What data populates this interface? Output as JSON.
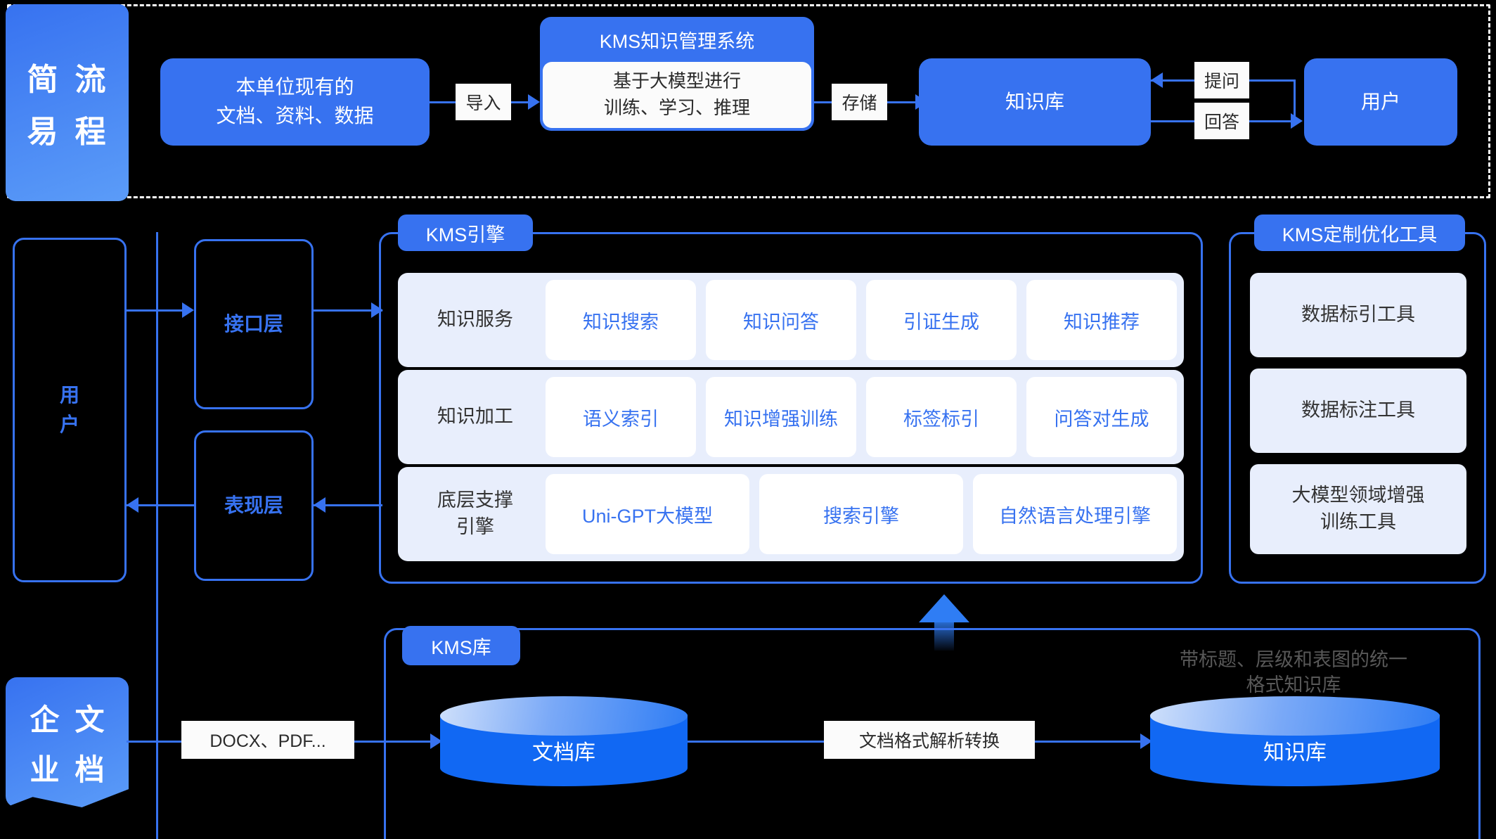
{
  "flow": {
    "side_label": {
      "col1": [
        "简",
        "易"
      ],
      "col2": [
        "流",
        "程"
      ]
    },
    "source_box": "本单位现有的\n文档、资料、数据",
    "source_box_line1": "本单位现有的",
    "source_box_line2": "文档、资料、数据",
    "import_label": "导入",
    "kms_system": {
      "title": "KMS知识管理系统",
      "desc_line1": "基于大模型进行",
      "desc_line2": "训练、学习、推理"
    },
    "store_label": "存储",
    "knowledge_base": "知识库",
    "ask_label": "提问",
    "answer_label": "回答",
    "user": "用户"
  },
  "architecture": {
    "user_box": {
      "line1": "用",
      "line2": "户"
    },
    "interface_layer": "接口层",
    "presentation_layer": "表现层",
    "engine_panel": {
      "title": "KMS引擎",
      "rows": [
        {
          "label": "知识服务",
          "cells": [
            "知识搜索",
            "知识问答",
            "引证生成",
            "知识推荐"
          ]
        },
        {
          "label": "知识加工",
          "cells": [
            "语义索引",
            "知识增强训练",
            "标签标引",
            "问答对生成"
          ]
        },
        {
          "label_line1": "底层支撑",
          "label_line2": "引擎",
          "label": "底层支撑引擎",
          "cells": [
            "Uni-GPT大模型",
            "搜索引擎",
            "自然语言处理引擎"
          ]
        }
      ]
    },
    "tools_panel": {
      "title": "KMS定制优化工具",
      "items": [
        "数据标引工具",
        "数据标注工具",
        "大模型领域增强\n训练工具"
      ],
      "item3_line1": "大模型领域增强",
      "item3_line2": "训练工具"
    }
  },
  "storage": {
    "enterprise_doc": {
      "col1": [
        "企",
        "业"
      ],
      "col2": [
        "文",
        "档"
      ]
    },
    "format_label": "DOCX、PDF...",
    "kms_lib_title": "KMS库",
    "doc_db": "文档库",
    "convert_label": "文档格式解析转换",
    "knowledge_db": "知识库",
    "ghost_note_line1": "带标题、层级和表图的统一",
    "ghost_note_line2": "格式知识库"
  },
  "colors": {
    "primary_blue": "#3772f0",
    "light_blue_bg": "#e8eefc",
    "cylinder_blue": "#1168f3",
    "white": "#ffffff",
    "text_dark": "#2b2b2b",
    "ghost_gray": "#5d5d5d"
  }
}
